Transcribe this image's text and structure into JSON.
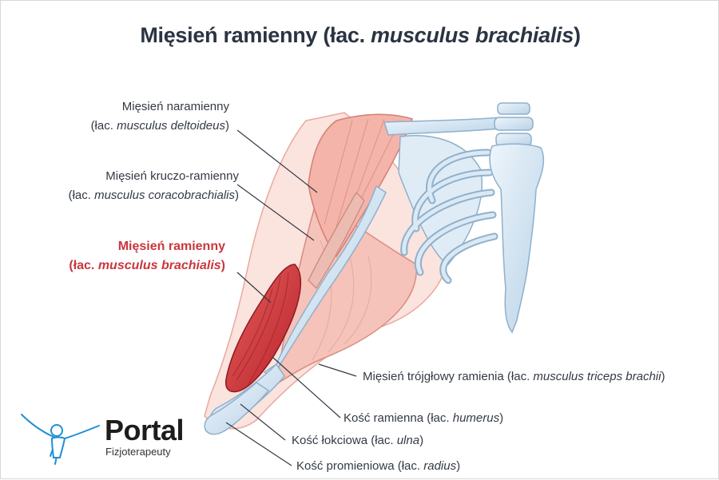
{
  "title": {
    "main": "Mięsień ramienny (łac. ",
    "latin": "musculus brachialis",
    "close": ")"
  },
  "labels": {
    "deltoid": {
      "line1": "Mięsień naramienny",
      "prefix": "(łac. ",
      "latin": "musculus deltoideus",
      "suffix": ")"
    },
    "coracobrachialis": {
      "line1": "Mięsień kruczo-ramienny",
      "prefix": "(łac. ",
      "latin": "musculus coracobrachialis",
      "suffix": ")"
    },
    "brachialis": {
      "line1": "Mięsień ramienny",
      "prefix": "(łac. ",
      "latin": "musculus brachialis",
      "suffix": ")"
    },
    "triceps": {
      "text": "Mięsień trójgłowy ramienia (łac. ",
      "latin": "musculus triceps brachii",
      "suffix": ")"
    },
    "humerus": {
      "text": "Kość ramienna (łac. ",
      "latin": "humerus",
      "suffix": ")"
    },
    "ulna": {
      "text": "Kość łokciowa (łac. ",
      "latin": "ulna",
      "suffix": ")"
    },
    "radius": {
      "text": "Kość promieniowa (łac. ",
      "latin": "radius",
      "suffix": ")"
    }
  },
  "logo": {
    "name": "Portal",
    "subtitle": "Fizjoterapeuty"
  },
  "colors": {
    "highlight": "#c9373d",
    "muscle_pink": "#f2b9b0",
    "bone_blue": "#cfe2f1",
    "text": "#333a44",
    "logo_blue": "#1f8fd6"
  }
}
